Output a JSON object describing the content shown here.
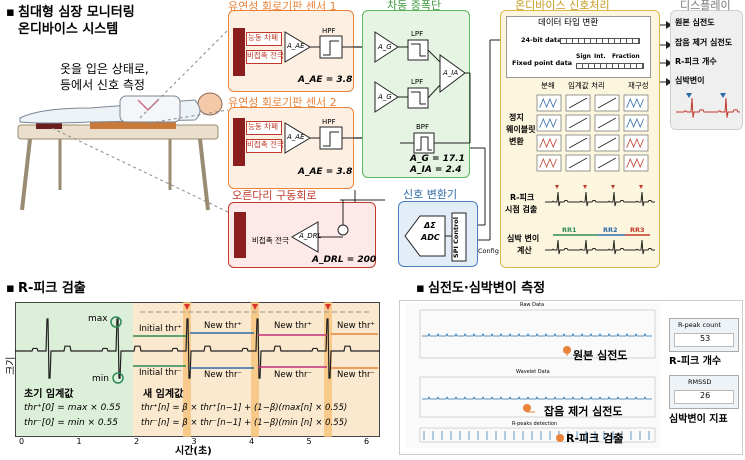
{
  "system": {
    "title_line1": "침대형 심장 모니터링",
    "title_line2": "온디바이스 시스템",
    "note_line1": "옷을 입은 상태로,",
    "note_line2": "등에서 신호 측정"
  },
  "sensor1": {
    "title": "유연성 회로기판 센서 1",
    "active_label": "능동 차폐",
    "electrode_label": "비접촉 전극",
    "amp": "A_AE",
    "hpf": "HPF",
    "gain": "A_AE = 3.8"
  },
  "sensor2": {
    "title": "유연성 회로기판 센서 2",
    "active_label": "능동 차폐",
    "electrode_label": "비접촉 전극",
    "amp": "A_AE",
    "hpf": "HPF",
    "gain": "A_AE = 3.8"
  },
  "drl": {
    "title": "오른다리 구동회로",
    "electrode_label": "비접촉 전극",
    "amp": "A_DRL",
    "gain": "A_DRL = 200"
  },
  "diff_amp": {
    "title": "차동 증폭단",
    "amp_g": "A_G",
    "amp_ia": "A_IA",
    "lpf": "LPF",
    "bpf": "BPF",
    "gain_g": "A_G = 17.1",
    "gain_ia": "A_IA = 2.4"
  },
  "converter": {
    "title": "신호 변환기",
    "adc_line1": "ΔΣ",
    "adc_line2": "ADC",
    "spi": "SPI Control",
    "config": "Config"
  },
  "processing": {
    "title": "온디바이스 신호처리",
    "data_type": "데이터 타입 변환",
    "bit24": "24-bit data",
    "fixed": "Fixed point data",
    "sign": "Sign",
    "int": "Int.",
    "fraction": "Fraction",
    "decomp": "분해",
    "threshold": "임계값 처리",
    "recon": "재구성",
    "wavelet_l1": "정지",
    "wavelet_l2": "웨이블릿",
    "wavelet_l3": "변환",
    "rpeak_l1": "R-피크",
    "rpeak_l2": "시점 검출",
    "hrv_l1": "심박 변이",
    "hrv_l2": "계산",
    "rr1": "RR1",
    "rr2": "RR2",
    "rr3": "RR3"
  },
  "display": {
    "title": "디스플레이",
    "items": [
      "원본 심전도",
      "잡음 제거 심전도",
      "R-피크 개수",
      "심박변이"
    ]
  },
  "rpeak_section": {
    "heading": "R-피크 검출",
    "ylabel": "크기",
    "xlabel": "시간(초)",
    "max": "max",
    "min": "min",
    "initial_pos": "Initial thr⁺",
    "initial_neg": "Initial thr⁻",
    "new_pos": "New thr⁺",
    "new_neg": "New thr⁻",
    "init_title": "초기 임계값",
    "init_f1": "thr⁺[0] = max × 0.55",
    "init_f2": "thr⁻[0] = min  × 0.55",
    "new_title": "새 임계값",
    "new_f1": "thr⁺[n] = β × thr⁺[n−1] + (1−β)(max[n] × 0.55)",
    "new_f2": "thr⁻[n] = β × thr⁻[n−1] + (1−β)(min [n] × 0.55)",
    "ticks": [
      "0",
      "1",
      "2",
      "3",
      "4",
      "5",
      "6"
    ]
  },
  "hrv_section": {
    "heading": "심전도·심박변이 측정",
    "raw_panel": "Raw Data",
    "wavelet_panel": "Wavelet Data",
    "rpeak_panel": "R-peaks detection",
    "raw_label": "원본 심전도",
    "denoised_label": "잡음 제거 심전도",
    "rpeak_label": "R-피크 검출",
    "count_title": "R-peak count",
    "count_value": "53",
    "count_label": "R-피크 개수",
    "rmssd_title": "RMSSD",
    "rmssd_value": "26",
    "rmssd_label": "심박변이 지표"
  },
  "colors": {
    "orange": "#e8833a",
    "sensor_bg": "#fdf0e3",
    "drl_border": "#c0392b",
    "drl_bg": "#fde9e7",
    "green_border": "#5cb85c",
    "green_bg": "#e6f4e4",
    "blue_border": "#4a7fc1",
    "blue_bg": "#e3edf8",
    "proc_border": "#e0b84a",
    "proc_bg": "#fdf6df",
    "display_bg": "#efefef",
    "ecg_blue": "#1f6fae",
    "marker_orange": "#e8833a"
  }
}
